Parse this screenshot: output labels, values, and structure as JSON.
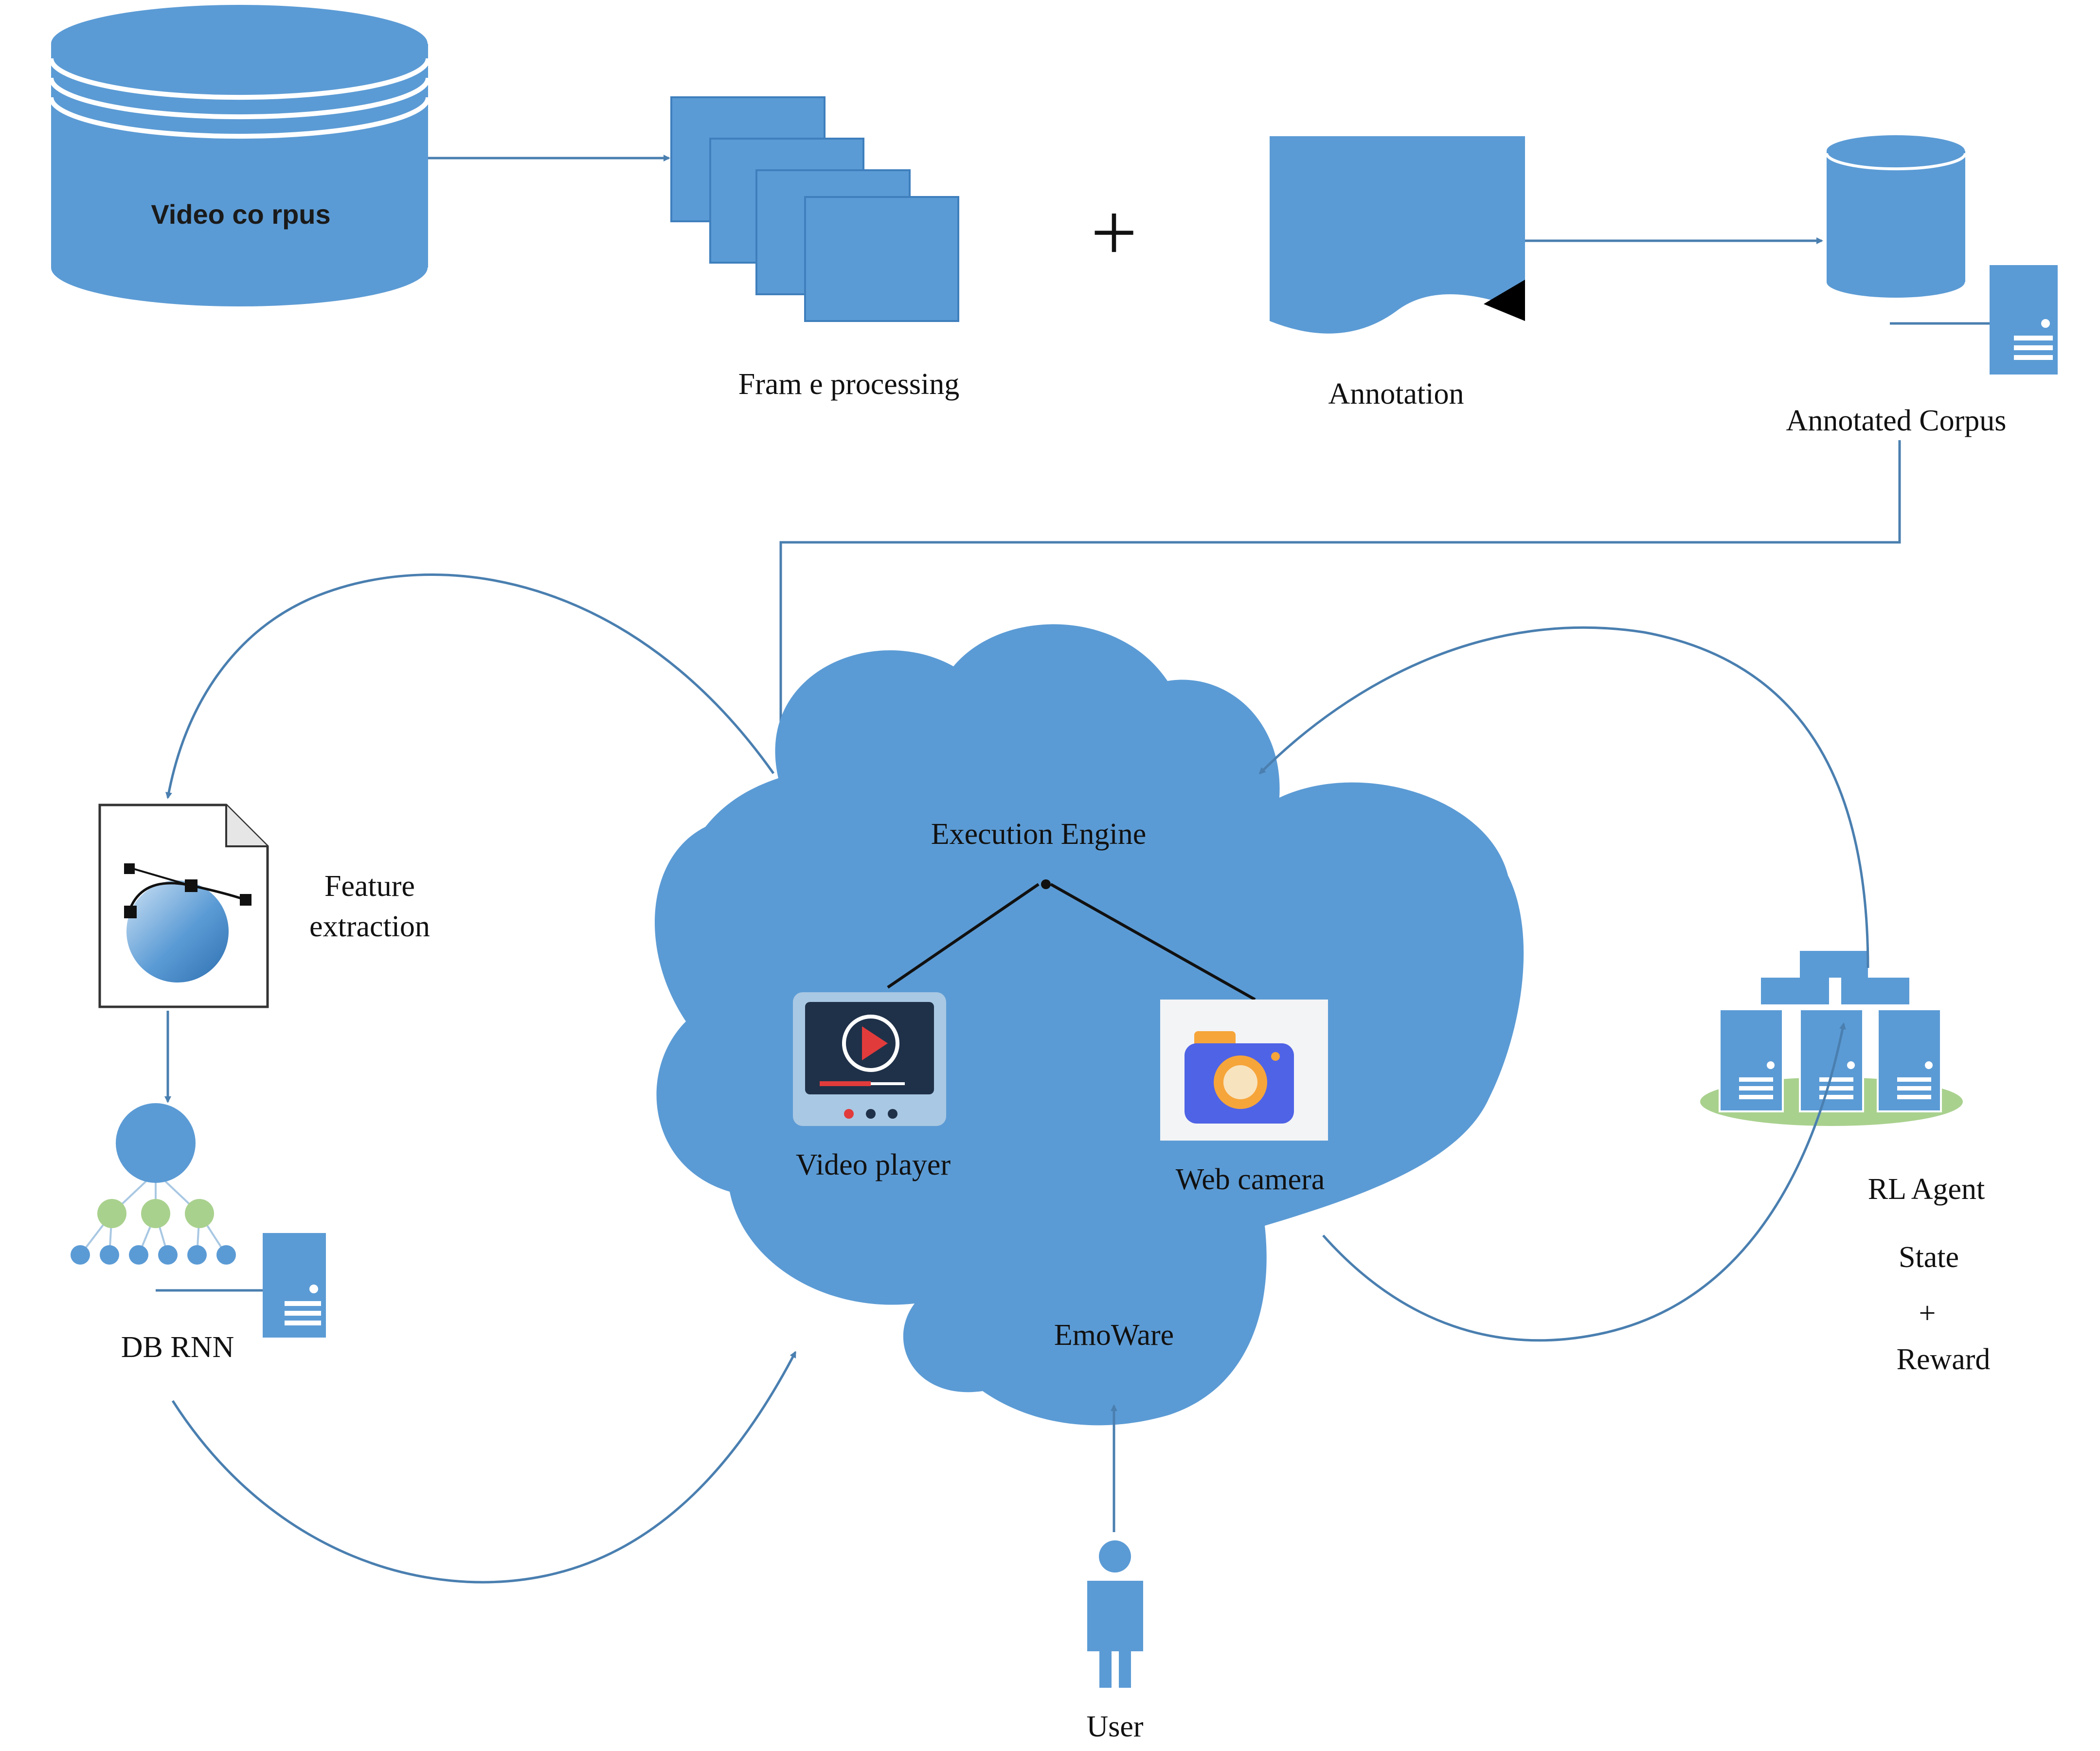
{
  "colors": {
    "shape_blue": "#5b9bd5",
    "line_blue": "#4a7fb0",
    "green_leaf": "#a9d18e",
    "base_green": "#a9d18e"
  },
  "labels": {
    "video_corpus": "Video co rpus",
    "frame_processing": "Fram e processing",
    "plus": "+",
    "annotation": "Annotation",
    "annotated_corpus": "Annotated Corpus",
    "feature_line1": "Feature",
    "feature_line2": "extraction",
    "db_rnn": "DB RNN",
    "execution_engine": "Execution Engine",
    "video_player": "Video player",
    "web_camera": "Web camera",
    "emoware": "EmoWare",
    "rl_agent": "RL  Agent",
    "state": "State",
    "plus_small": "+",
    "reward": "Reward",
    "user": "User"
  },
  "icons": {
    "database": "database-cylinder-icon",
    "frames": "stacked-frames-icon",
    "document": "document-wave-icon",
    "server": "server-tower-icon",
    "feature_doc": "bezier-document-icon",
    "tree": "neural-tree-icon",
    "video_player": "video-player-icon",
    "camera": "camera-icon",
    "network": "server-cluster-icon",
    "user": "user-person-icon"
  }
}
